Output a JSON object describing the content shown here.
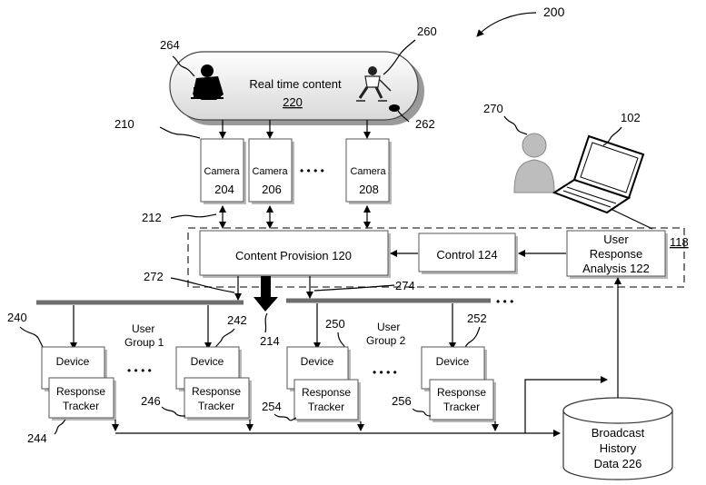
{
  "figure_number": "200",
  "real_time_content": {
    "title": "Real time content",
    "ref": "220"
  },
  "refs": {
    "r264": "264",
    "r260": "260",
    "r262": "262",
    "r210": "210",
    "r212": "212",
    "r270": "270",
    "r102": "102",
    "r118": "118",
    "r272": "272",
    "r274": "274",
    "r214": "214",
    "r240": "240",
    "r242": "242",
    "r250": "250",
    "r252": "252",
    "r244": "244",
    "r246": "246",
    "r254": "254",
    "r256": "256"
  },
  "cameras": [
    {
      "label": "Camera",
      "ref": "204"
    },
    {
      "label": "Camera",
      "ref": "206"
    },
    {
      "label": "Camera",
      "ref": "208"
    }
  ],
  "ellipsis": "• • • •",
  "content_provision": "Content Provision 120",
  "control": "Control 124",
  "user_response": {
    "line1": "User",
    "line2": "Response",
    "line3": "Analysis 122"
  },
  "user_groups": [
    {
      "line1": "User",
      "line2": "Group 1"
    },
    {
      "line1": "User",
      "line2": "Group 2"
    }
  ],
  "device_label": "Device",
  "tracker_label": {
    "line1": "Response",
    "line2": "Tracker"
  },
  "broadcast": {
    "line1": "Broadcast",
    "line2": "History",
    "line3": "Data 226"
  },
  "bus_continuation": "• • •"
}
